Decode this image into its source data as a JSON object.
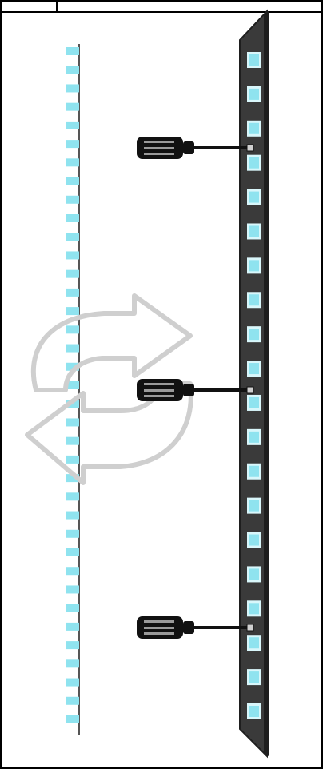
{
  "colors": {
    "background": "#ffffff",
    "frame": "#000000",
    "strip_body": "#3a3a3a",
    "strip_edge": "#1e1e1e",
    "led_cyan": "#8fe3ef",
    "led_glow": "#d9f7fb",
    "rail": "#555555",
    "swap_arrows": "#cfcfcf",
    "screwdriver": "#111111"
  },
  "icons": {
    "swap": "circular-swap-arrows-icon",
    "tool": "screwdriver-icon",
    "unit": "led-chip-icon"
  },
  "scene": {
    "left_strip_led_count": 37,
    "right_strip_led_count": 20,
    "screwdriver_count": 3
  }
}
